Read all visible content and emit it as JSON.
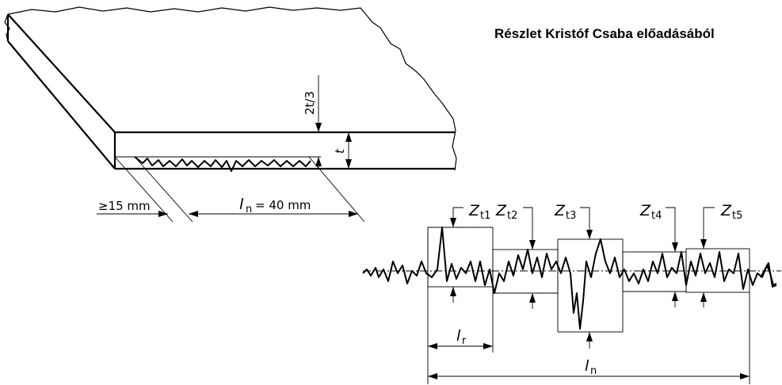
{
  "header": {
    "caption": "Részlet Kristóf Csaba előadásából"
  },
  "specimen": {
    "dim_2t3": "2t/3",
    "dim_t": "t",
    "dim_min": "≥15 mm",
    "dim_ln": "l",
    "dim_ln_sub": "n",
    "dim_ln_value": "= 40 mm"
  },
  "profile": {
    "peaks": [
      {
        "label": "Z",
        "sub": "t1"
      },
      {
        "label": "Z",
        "sub": "t2"
      },
      {
        "label": "Z",
        "sub": "t3"
      },
      {
        "label": "Z",
        "sub": "t4"
      },
      {
        "label": "Z",
        "sub": "t5"
      }
    ],
    "lr_label": "l",
    "lr_sub": "r",
    "ln_label": "l",
    "ln_sub": "n"
  }
}
